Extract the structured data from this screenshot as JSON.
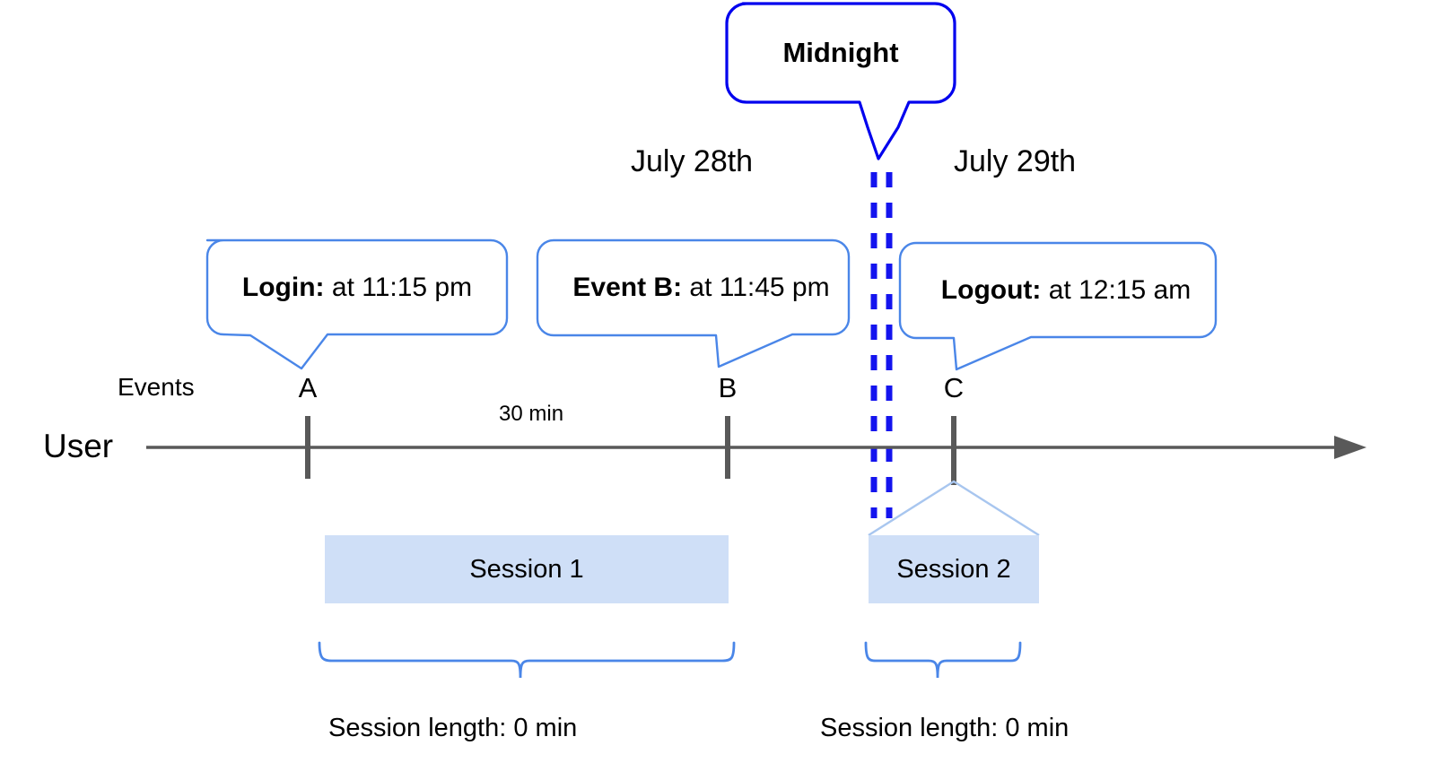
{
  "diagram": {
    "title_callouts": {
      "midnight": "Midnight"
    },
    "dates": {
      "left": "July 28th",
      "right": "July 29th"
    },
    "lanes": {
      "user": "User",
      "events": "Events"
    },
    "events": [
      {
        "letter": "A",
        "callout_bold": "Login:",
        "callout_rest": " at 11:15 pm"
      },
      {
        "letter": "B",
        "callout_bold": "Event B:",
        "callout_rest": " at 11:45 pm"
      },
      {
        "letter": "C",
        "callout_bold": "Logout:",
        "callout_rest": " at 12:15 am"
      }
    ],
    "gap_label": "30 min",
    "sessions": [
      {
        "name": "Session 1",
        "length_label": "Session length: 0 min"
      },
      {
        "name": "Session 2",
        "length_label": "Session length: 0 min"
      }
    ],
    "colors": {
      "callout_border": "#4a86e8",
      "midnight_border": "#0000ee",
      "midnight_dash": "#1414ee",
      "session_fill": "#cfdff7",
      "session_outline": "#a8c6ef",
      "axis": "#595959",
      "brace": "#4a86e8"
    }
  }
}
